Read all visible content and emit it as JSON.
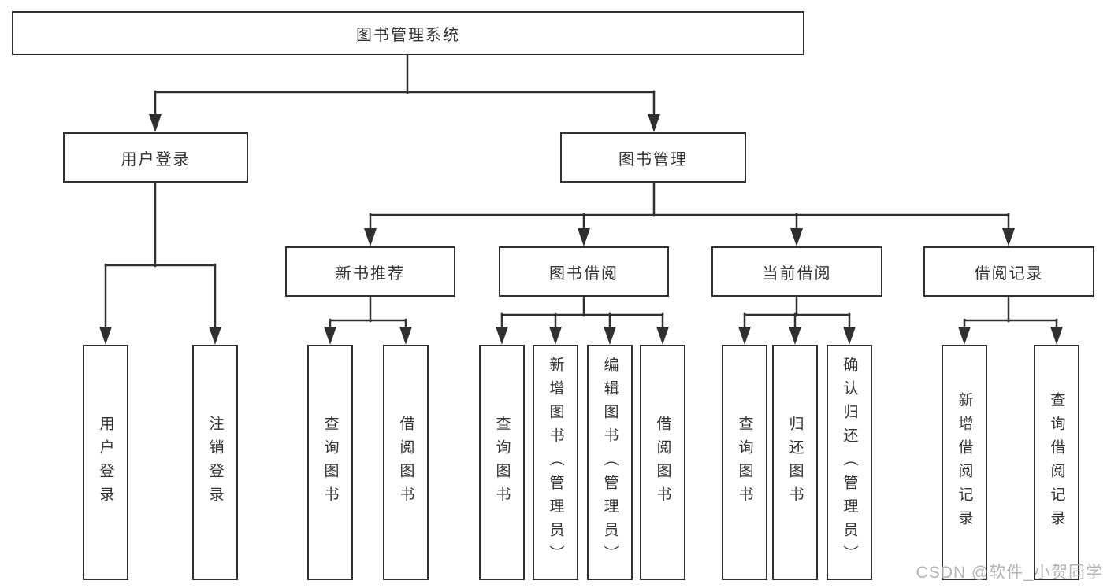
{
  "tree": {
    "root": {
      "label": "图书管理系统"
    },
    "user_login": {
      "label": "用户登录",
      "children": [
        {
          "label": "用户登录"
        },
        {
          "label": "注销登录"
        }
      ]
    },
    "book_mgmt": {
      "label": "图书管理",
      "children": [
        {
          "label": "新书推荐",
          "children": [
            {
              "label": "查询图书"
            },
            {
              "label": "借阅图书"
            }
          ]
        },
        {
          "label": "图书借阅",
          "children": [
            {
              "label": "查询图书"
            },
            {
              "label": "新增图书（管理员）"
            },
            {
              "label": "编辑图书（管理员）"
            },
            {
              "label": "借阅图书"
            }
          ]
        },
        {
          "label": "当前借阅",
          "children": [
            {
              "label": "查询图书"
            },
            {
              "label": "归还图书"
            },
            {
              "label": "确认归还（管理员）"
            }
          ]
        },
        {
          "label": "借阅记录",
          "children": [
            {
              "label": "新增借阅记录"
            },
            {
              "label": "查询借阅记录"
            }
          ]
        }
      ]
    }
  },
  "watermark": {
    "text": "CSDN @软件_小贺同学"
  },
  "colors": {
    "line": "#303030",
    "text": "#333333",
    "watermark": "#acacac",
    "background": "#ffffff"
  }
}
